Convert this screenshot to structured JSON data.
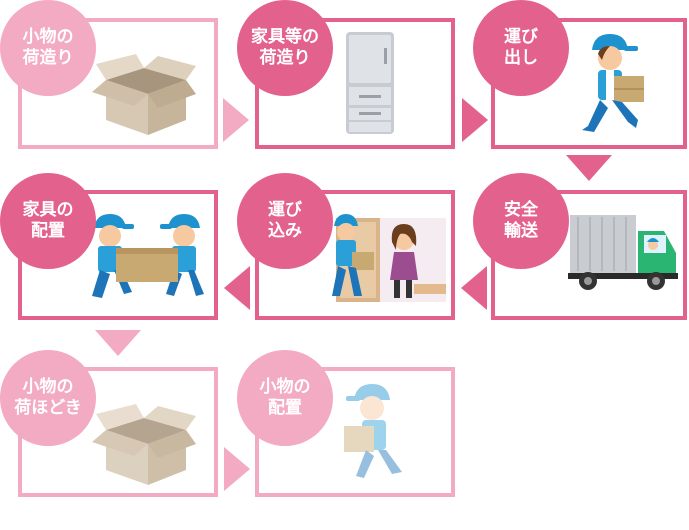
{
  "steps": [
    {
      "line1": "小物の",
      "line2": "荷造り",
      "icon": "cardboard-box-icon"
    },
    {
      "line1": "家具等の",
      "line2": "荷造り",
      "icon": "refrigerator-icon"
    },
    {
      "line1": "運び",
      "line2": "出し",
      "icon": "mover-carrying-box-icon"
    },
    {
      "line1": "安全",
      "line2": "輸送",
      "icon": "delivery-truck-icon"
    },
    {
      "line1": "運び",
      "line2": "込み",
      "icon": "mover-entering-house-icon"
    },
    {
      "line1": "家具の",
      "line2": "配置",
      "icon": "two-movers-carrying-furniture-icon"
    },
    {
      "line1": "小物の",
      "line2": "荷ほどき",
      "icon": "cardboard-box-icon"
    },
    {
      "line1": "小物の",
      "line2": "配置",
      "icon": "mover-carrying-box-icon"
    }
  ],
  "colors": {
    "accent": "#e3628d",
    "accent_light": "#f3aac3"
  }
}
